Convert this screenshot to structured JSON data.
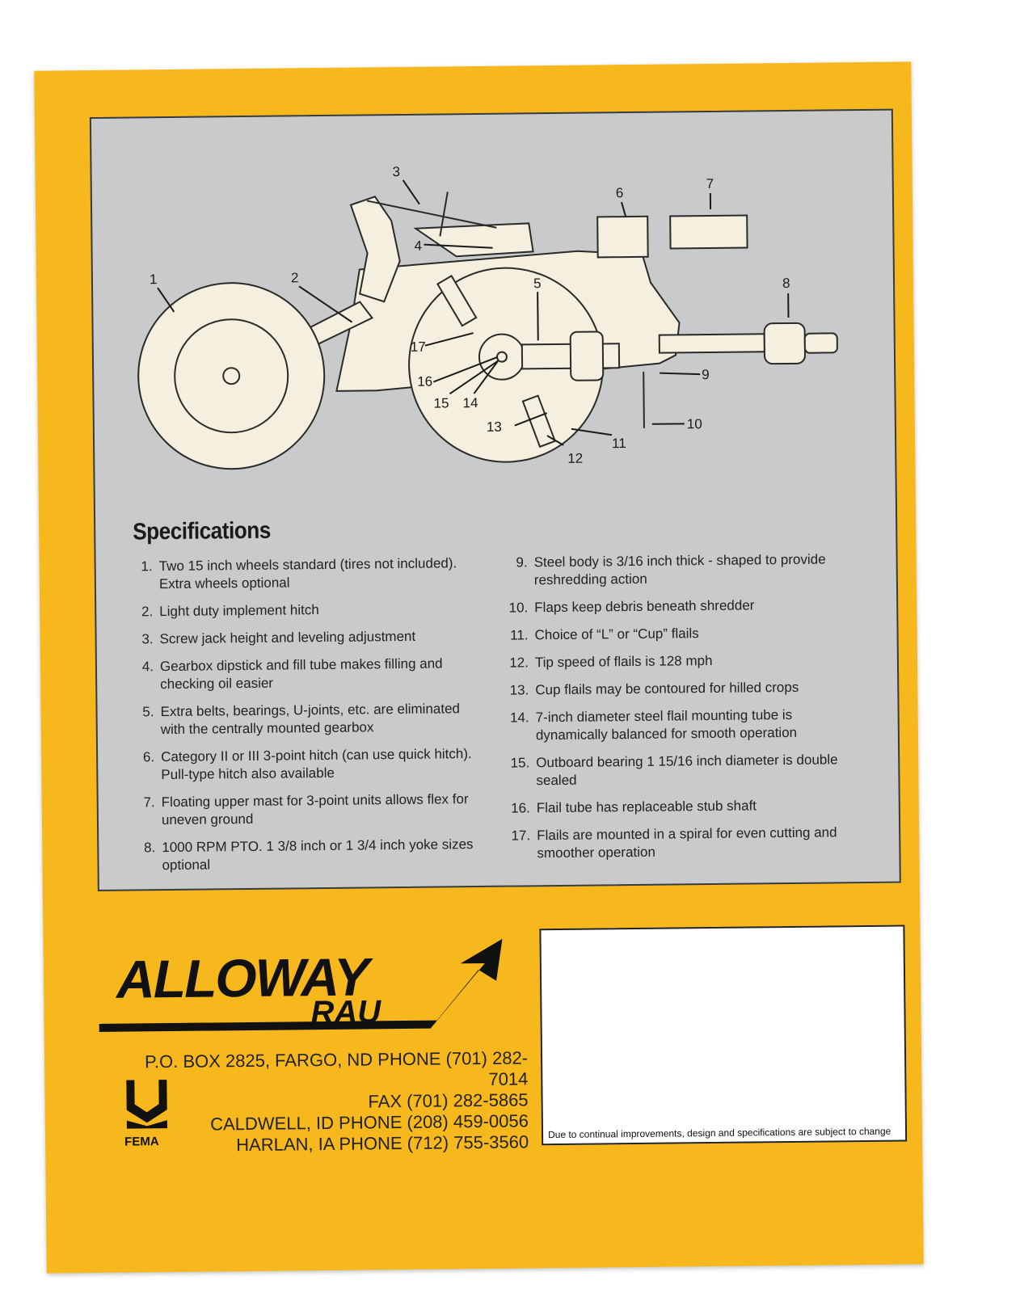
{
  "diagram": {
    "callouts": [
      "1",
      "2",
      "3",
      "4",
      "5",
      "6",
      "7",
      "8",
      "9",
      "10",
      "11",
      "12",
      "13",
      "14",
      "15",
      "16",
      "17"
    ]
  },
  "specifications": {
    "title": "Specifications",
    "left": [
      {
        "num": "1.",
        "text": "Two 15 inch wheels standard (tires not included). Extra wheels optional"
      },
      {
        "num": "2.",
        "text": "Light duty implement hitch"
      },
      {
        "num": "3.",
        "text": "Screw jack height and leveling adjustment"
      },
      {
        "num": "4.",
        "text": "Gearbox dipstick and fill tube makes filling and checking oil easier"
      },
      {
        "num": "5.",
        "text": "Extra belts, bearings, U-joints, etc. are eliminated with the centrally mounted gearbox"
      },
      {
        "num": "6.",
        "text": "Category II or III 3-point hitch (can use quick hitch).  Pull-type hitch also available"
      },
      {
        "num": "7.",
        "text": "Floating upper mast for 3-point units allows flex for uneven ground"
      },
      {
        "num": "8.",
        "text": "1000 RPM PTO.  1 3/8 inch or 1 3/4 inch yoke sizes optional"
      }
    ],
    "right": [
      {
        "num": "9.",
        "text": "Steel body is 3/16 inch thick - shaped to provide reshredding action"
      },
      {
        "num": "10.",
        "text": "Flaps keep debris beneath shredder"
      },
      {
        "num": "11.",
        "text": "Choice of “L” or “Cup” flails"
      },
      {
        "num": "12.",
        "text": "Tip speed of flails is 128 mph"
      },
      {
        "num": "13.",
        "text": "Cup flails may be contoured for hilled crops"
      },
      {
        "num": "14.",
        "text": "7-inch diameter steel flail mounting tube is dynamically balanced for smooth operation"
      },
      {
        "num": "15.",
        "text": "Outboard bearing 1 15/16 inch diameter is double sealed"
      },
      {
        "num": "16.",
        "text": "Flail tube has replaceable stub shaft"
      },
      {
        "num": "17.",
        "text": "Flails are mounted in a spiral for even cutting and smoother operation"
      }
    ]
  },
  "brand": {
    "logo_main": "ALLOWAY",
    "logo_sub": "RAU",
    "contact_lines": [
      "P.O. BOX 2825, FARGO, ND  PHONE (701) 282-7014",
      "FAX (701) 282-5865",
      "CALDWELL, ID  PHONE (208) 459-0056",
      "HARLAN, IA  PHONE (712) 755-3560"
    ],
    "fema_label": "FEMA"
  },
  "notice": "Due to continual improvements, design and specifications are subject to change",
  "colors": {
    "brochure": "#f7b81e",
    "panel": "#c9cacb",
    "machine": "#f4efde",
    "ink": "#1a1a1a"
  }
}
